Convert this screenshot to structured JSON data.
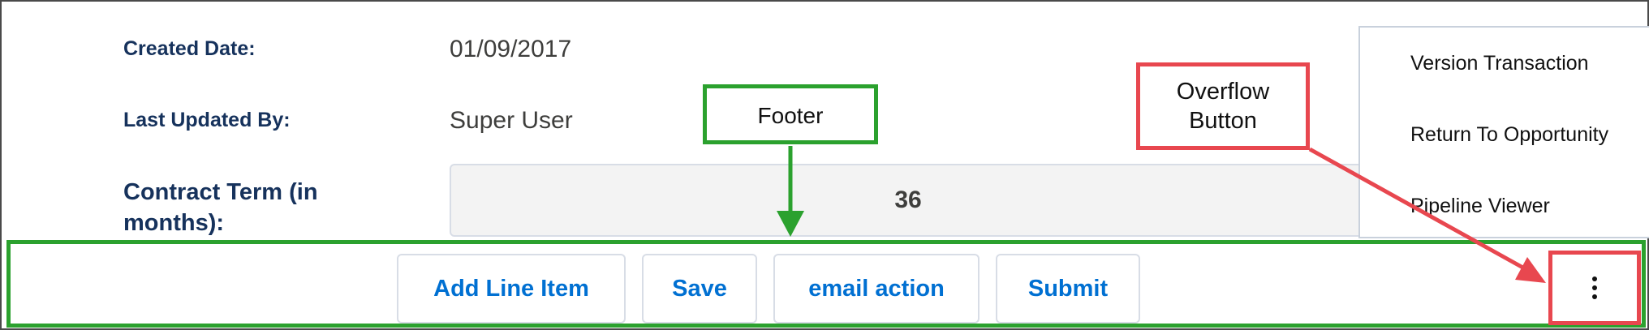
{
  "fields": {
    "created_date": {
      "label": "Created Date:",
      "value": "01/09/2017"
    },
    "last_updated_by": {
      "label": "Last Updated By:",
      "value": "Super User"
    },
    "contract_term": {
      "label": "Contract Term (in months):",
      "value": "36"
    }
  },
  "overflow_menu": {
    "items": [
      {
        "label": "Version Transaction"
      },
      {
        "label": "Return To Opportunity"
      },
      {
        "label": "Pipeline Viewer"
      }
    ]
  },
  "footer": {
    "buttons": [
      {
        "label": "Add Line Item"
      },
      {
        "label": "Save"
      },
      {
        "label": "email action"
      },
      {
        "label": "Submit"
      }
    ],
    "overflow_icon": "vertical-ellipsis-icon"
  },
  "annotations": {
    "footer_callout": "Footer",
    "overflow_callout": "Overflow\nButton"
  },
  "colors": {
    "label_navy": "#16325c",
    "link_blue": "#0070d2",
    "footer_green": "#2ba12e",
    "callout_red": "#e8474f"
  }
}
